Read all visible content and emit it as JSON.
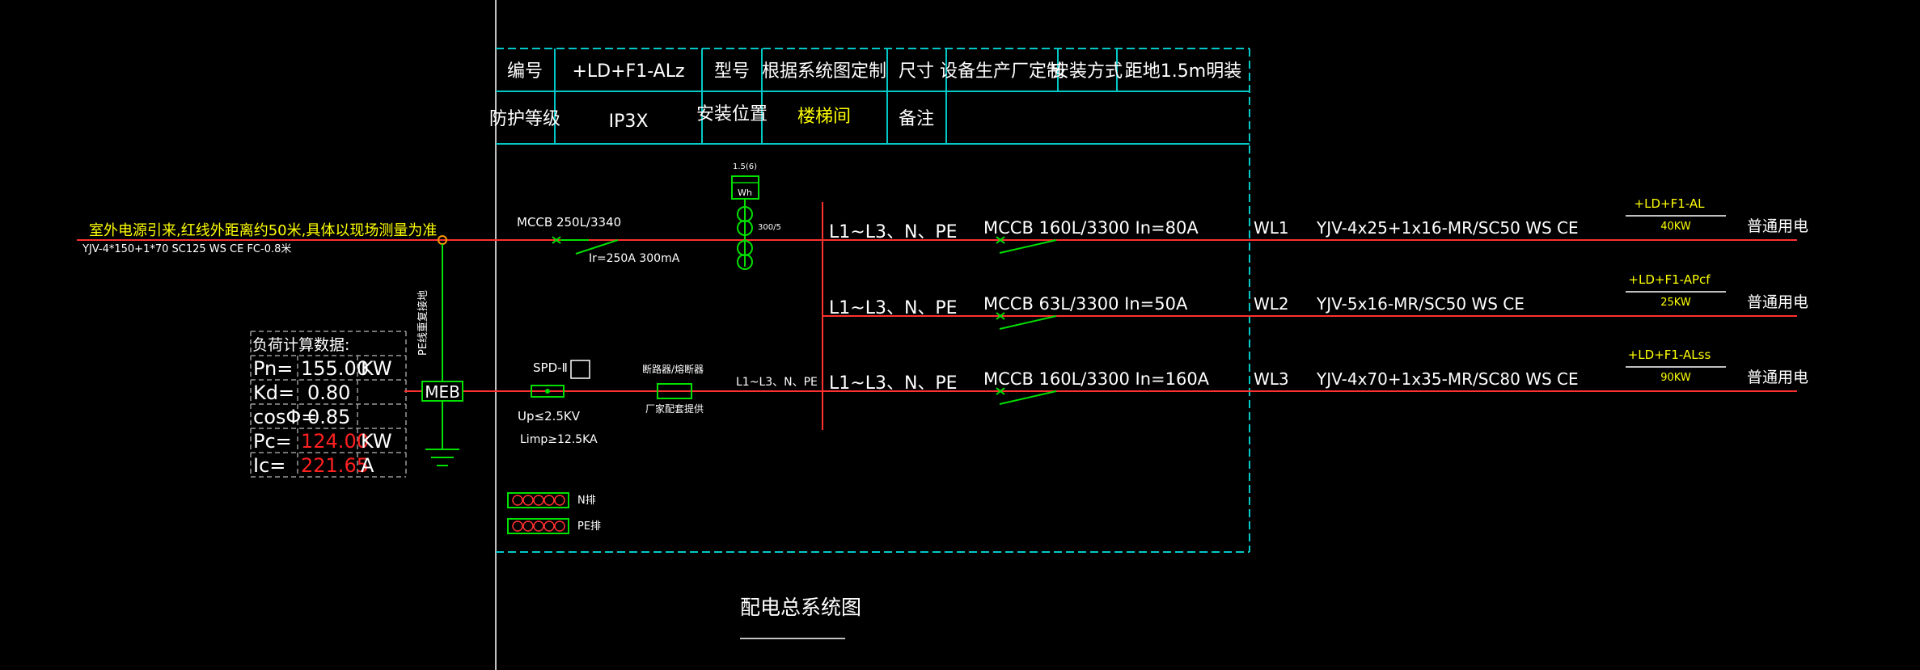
{
  "header_table": {
    "label_number": "编号",
    "value_number": "+LD+F1-ALz",
    "label_model": "型号",
    "value_model": "根据系统图定制",
    "label_size": "尺寸",
    "value_size": "设备生产厂定制",
    "label_install_method": "安装方式",
    "value_install_method": "距地1.5m明装",
    "label_protection": "防护等级",
    "value_protection": "IP3X",
    "label_location": "安装位置",
    "value_location": "楼梯间",
    "label_notes": "备注"
  },
  "incoming": {
    "source_note": "室外电源引来,红线外距离约50米,具体以现场测量为准",
    "cable_spec": "YJV-4*150+1*70  SC125  WS  CE  FC-0.8米",
    "breaker_label": "MCCB 250L/3340",
    "breaker_setting": "Ir=250A 300mA",
    "meter_ratio": "1.5(6)",
    "meter_label": "Wh",
    "ct_label": "300/5",
    "pe_label": "PE线重复接地",
    "meb_label": "MEB"
  },
  "load_calc": {
    "title": "负荷计算数据:",
    "rows": [
      {
        "name": "Pn=",
        "value": "155.00",
        "unit": "KW"
      },
      {
        "name": "Kd=",
        "value": "0.80",
        "unit": ""
      },
      {
        "name": "cosΦ=",
        "value": "0.85",
        "unit": ""
      },
      {
        "name": "Pc=",
        "value": "124.00",
        "unit": "KW"
      },
      {
        "name": "Ic=",
        "value": "221.65",
        "unit": "A"
      }
    ]
  },
  "spd": {
    "label": "SPD-Ⅱ",
    "up": "Up≤2.5KV",
    "limp": "Limp≥12.5KA",
    "fuse_label": "断路器/熔断器",
    "fuse_note": "厂家配套提供",
    "line_label": "L1~L3、N、PE"
  },
  "busbars": {
    "n_label": "N排",
    "pe_label": "PE排"
  },
  "circuits": [
    {
      "phase": "L1~L3、N、PE",
      "breaker": "MCCB  160L/3300  In=80A",
      "id": "WL1",
      "cable": "YJV-4x25+1x16-MR/SC50  WS  CE",
      "panel": "+LD+F1-AL",
      "power": "40KW",
      "use": "普通用电"
    },
    {
      "phase": "L1~L3、N、PE",
      "breaker": "MCCB  63L/3300  In=50A",
      "id": "WL2",
      "cable": "YJV-5x16-MR/SC50  WS  CE",
      "panel": "+LD+F1-APcf",
      "power": "25KW",
      "use": "普通用电"
    },
    {
      "phase": "L1~L3、N、PE",
      "breaker": "MCCB  160L/3300  In=160A",
      "id": "WL3",
      "cable": "YJV-4x70+1x35-MR/SC80  WS  CE",
      "panel": "+LD+F1-ALss",
      "power": "90KW",
      "use": "普通用电"
    }
  ],
  "diagram_title": "配电总系统图",
  "colors": {
    "background": "#000000",
    "line_red": "#ff3030",
    "frame_cyan": "#00c8c8",
    "symbol_green": "#00e000",
    "text_yellow": "#ffff00",
    "text_white": "#ffffff",
    "value_red": "#ff2020",
    "junction_orange": "#ff9900",
    "dashed_gray": "#9a9a9a"
  }
}
